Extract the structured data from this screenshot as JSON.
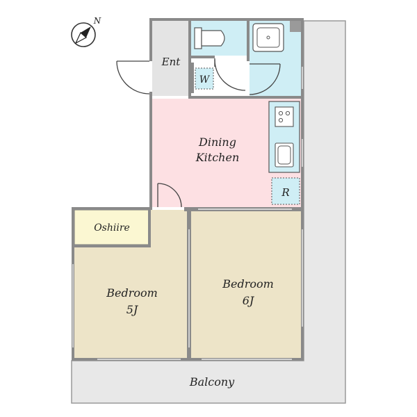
{
  "compass": {
    "label": "N",
    "icon": "north-arrow-icon"
  },
  "rooms": {
    "entrance": "Ent",
    "washer": "W",
    "dining_kitchen_line1": "Dining",
    "dining_kitchen_line2": "Kitchen",
    "refrigerator": "R",
    "oshiire": "Oshiire",
    "bedroom_a_name": "Bedroom",
    "bedroom_a_size": "5J",
    "bedroom_b_name": "Bedroom",
    "bedroom_b_size": "6J",
    "balcony": "Balcony"
  },
  "colors": {
    "wall": "#8a8a8a",
    "balcony_floor": "#e8e8e8",
    "entrance_floor": "#e4e4e4",
    "wet_area": "#cfeef5",
    "dining_kitchen": "#fde0e3",
    "bedroom": "#ede4c8",
    "oshiire": "#fbf7d2"
  }
}
